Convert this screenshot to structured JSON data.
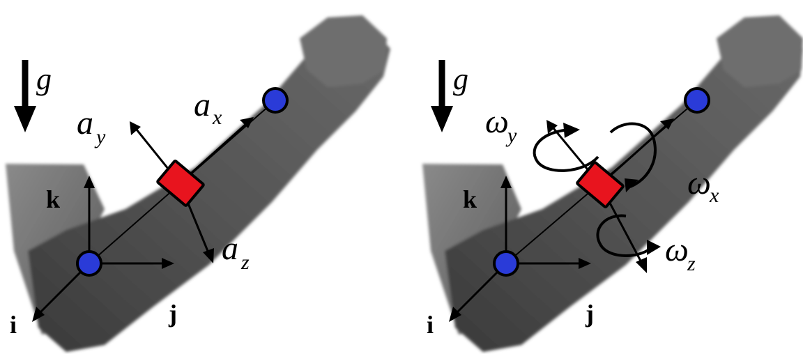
{
  "gravity": {
    "symbol": "g"
  },
  "frame": {
    "i": "i",
    "j": "j",
    "k": "k"
  },
  "accelerometer": {
    "base": "a",
    "x_sub": "x",
    "y_sub": "y",
    "z_sub": "z"
  },
  "gyroscope": {
    "base": "ω",
    "x_sub": "x",
    "y_sub": "y",
    "z_sub": "z"
  },
  "colors": {
    "sensor": "#e8141e",
    "joint": "#2a3bd8",
    "arm": "#4a4a4a",
    "ink": "#000000"
  },
  "icons": {
    "gravity": "down-arrow-icon",
    "rotation": "curved-arrow-icon"
  }
}
